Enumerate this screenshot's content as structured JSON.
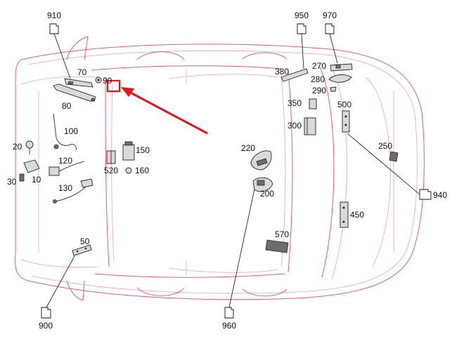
{
  "labels": {
    "l910": "910",
    "l950": "950",
    "l970": "970",
    "l70": "70",
    "l90": "90",
    "l80": "80",
    "l380": "380",
    "l270": "270",
    "l280": "280",
    "l290": "290",
    "l350": "350",
    "l300": "300",
    "l500": "500",
    "l100": "100",
    "l20": "20",
    "l120": "120",
    "l30": "30",
    "l10": "10",
    "l130": "130",
    "l520": "520",
    "l150": "150",
    "l160": "160",
    "l220": "220",
    "l200": "200",
    "l250": "250",
    "l940": "940",
    "l450": "450",
    "l570": "570",
    "l50": "50",
    "l900": "900",
    "l960": "960"
  },
  "colors": {
    "car_outline": "#e0406a",
    "highlight": "#e8141c"
  },
  "icons": {
    "pointer": "red-arrow-icon",
    "highlight_box": "highlight-box-icon"
  }
}
